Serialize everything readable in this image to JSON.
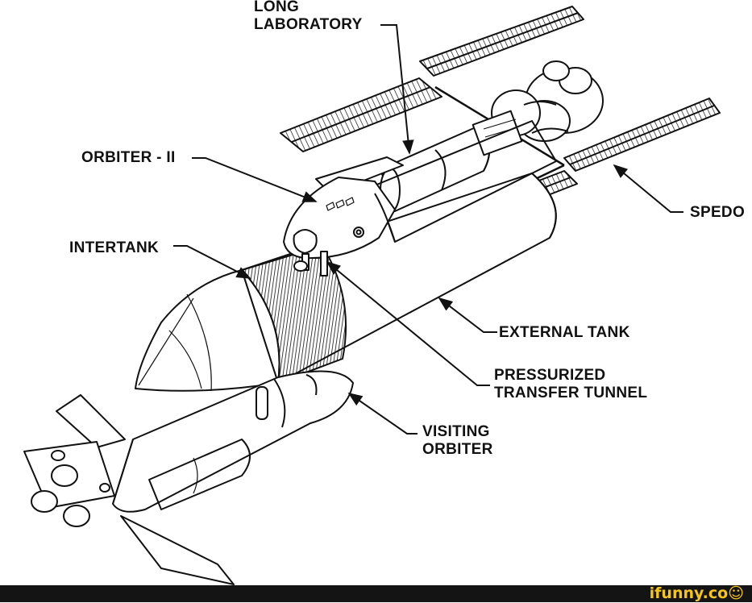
{
  "labels": {
    "long_laboratory": [
      "LONG",
      "LABORATORY"
    ],
    "orbiter_ii": "ORBITER - II",
    "intertank": "INTERTANK",
    "spedo": "SPEDO",
    "external_tank": "EXTERNAL TANK",
    "pressurized_transfer_tunnel": [
      "PRESSURIZED",
      "TRANSFER TUNNEL"
    ],
    "visiting_orbiter": [
      "VISITING",
      "ORBITER"
    ]
  },
  "watermark": {
    "text": "ifunny.co",
    "face_icon": "smiley-face-icon",
    "color": "#f5c518"
  }
}
